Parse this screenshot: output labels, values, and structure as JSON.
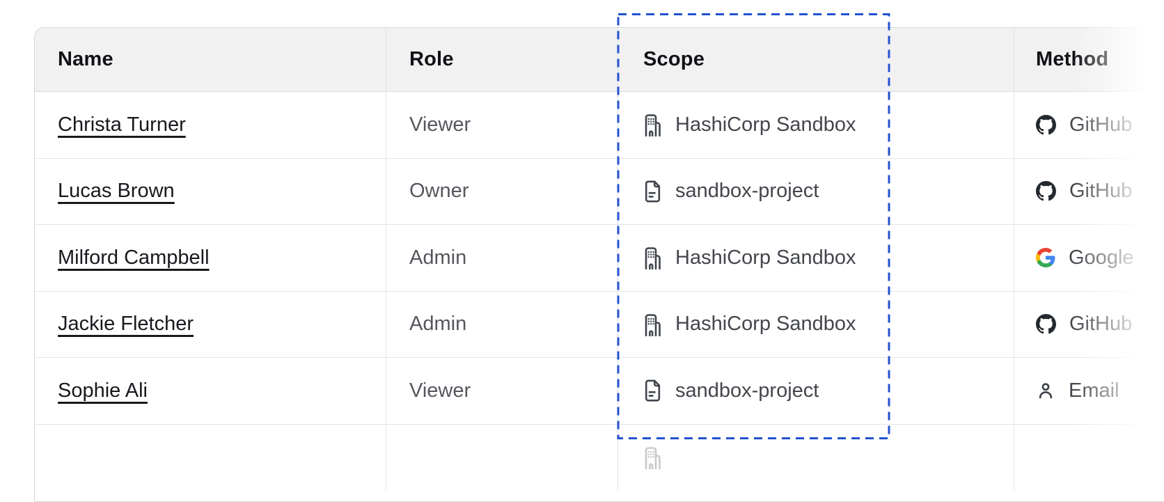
{
  "table": {
    "columns": [
      {
        "label": "Name"
      },
      {
        "label": "Role"
      },
      {
        "label": "Scope"
      },
      {
        "label": "Method"
      }
    ],
    "rows": [
      {
        "name": "Christa Turner",
        "role": "Viewer",
        "scope": {
          "icon": "org-icon",
          "label": "HashiCorp Sandbox"
        },
        "method": {
          "icon": "github-icon",
          "label": "GitHub"
        }
      },
      {
        "name": "Lucas Brown",
        "role": "Owner",
        "scope": {
          "icon": "project-icon",
          "label": "sandbox-project"
        },
        "method": {
          "icon": "github-icon",
          "label": "GitHub"
        }
      },
      {
        "name": "Milford Campbell",
        "role": "Admin",
        "scope": {
          "icon": "org-icon",
          "label": "HashiCorp Sandbox"
        },
        "method": {
          "icon": "google-icon",
          "label": "Google"
        }
      },
      {
        "name": "Jackie Fletcher",
        "role": "Admin",
        "scope": {
          "icon": "org-icon",
          "label": "HashiCorp Sandbox"
        },
        "method": {
          "icon": "github-icon",
          "label": "GitHub"
        }
      },
      {
        "name": "Sophie Ali",
        "role": "Viewer",
        "scope": {
          "icon": "project-icon",
          "label": "sandbox-project"
        },
        "method": {
          "icon": "email-icon",
          "label": "Email"
        }
      }
    ],
    "partial_row": {
      "visible": true,
      "scope_icon": "org-icon"
    }
  },
  "annotation": {
    "type": "dashed-highlight-box",
    "target_column": "Scope",
    "color": "#2352cf"
  },
  "colors": {
    "header_bg": "#f1f1f2",
    "header_text": "#101215",
    "row_border": "#e3e4e7",
    "outer_border": "#d6d8db",
    "name_link": "#17191d",
    "role_text": "#54575d",
    "cell_text": "#43464c",
    "icon": "#3f444b",
    "github_black": "#24292f",
    "google_blue": "#4285F4",
    "google_green": "#34A853",
    "google_yellow": "#FBBC05",
    "google_red": "#EA4335",
    "highlight_blue": "#2352cf"
  }
}
